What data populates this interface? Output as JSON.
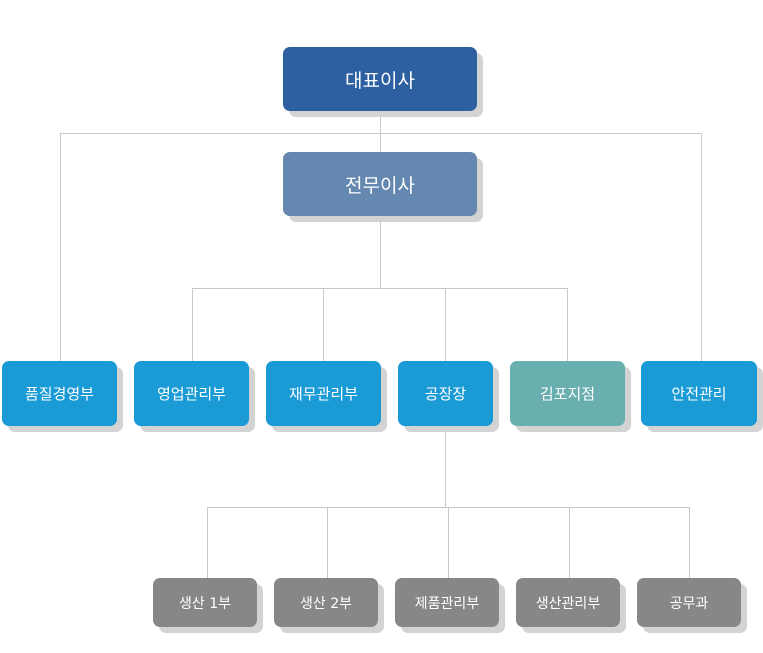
{
  "colors": {
    "ceo": "#2d60a0",
    "vp": "#6488b0",
    "dept": "#1a9bd6",
    "branch": "#6aafaf",
    "sub": "#878787",
    "line": "#c8c8c8"
  },
  "org": {
    "ceo": {
      "label": "대표이사"
    },
    "vp": {
      "label": "전무이사"
    },
    "departments": [
      {
        "label": "품질경영부"
      },
      {
        "label": "영업관리부"
      },
      {
        "label": "재무관리부"
      },
      {
        "label": "공장장"
      },
      {
        "label": "김포지점"
      },
      {
        "label": "안전관리"
      }
    ],
    "factory_units": [
      {
        "label": "생산 1부"
      },
      {
        "label": "생산 2부"
      },
      {
        "label": "제품관리부"
      },
      {
        "label": "생산관리부"
      },
      {
        "label": "공무과"
      }
    ]
  }
}
